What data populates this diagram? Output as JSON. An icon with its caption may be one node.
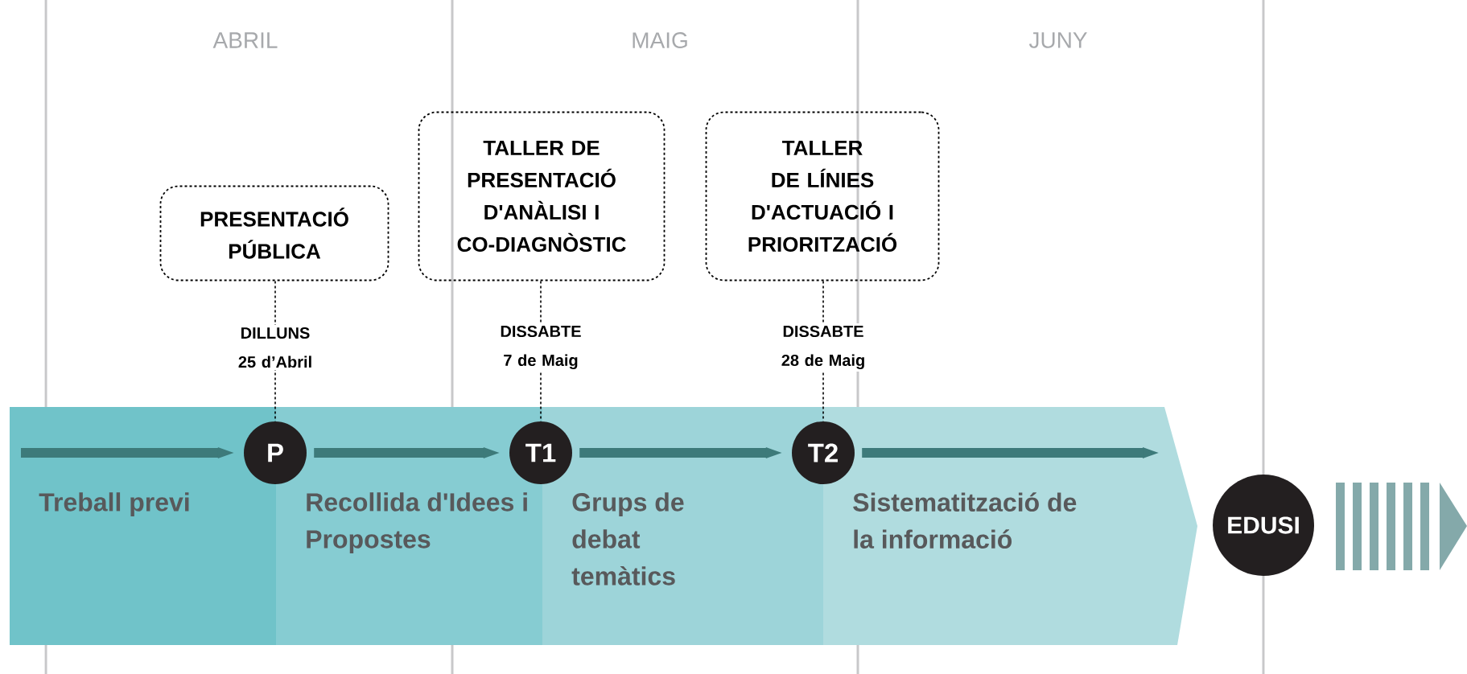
{
  "diagram": {
    "nodes": [
      {
        "text": [
          "PRESENTACIÓ PÚBLICA"
        ]
      },
      {
        "text": [
          "TALLER DE PRESENTACIÓ D'ANÀLISI I CO-DIAGNÒSTIC"
        ]
      },
      {
        "text": [
          "TALLER DE LÍNIES D'ACTUACIÓ I PRIORITZACIÓ"
        ]
      },
      {
        "text": [
          "P"
        ],
        "beside": [
          "DILLUNS 25 d’Abril"
        ]
      },
      {
        "text": [
          "T1"
        ],
        "beside": [
          "DISSABTE 7 de Maig"
        ]
      },
      {
        "text": [
          "T2"
        ],
        "beside": [
          "DISSABTE 28 de Maig"
        ]
      },
      {
        "text": [
          "Treball previ"
        ]
      },
      {
        "text": [
          "Recollida d'Idees i Propostes"
        ]
      },
      {
        "text": [
          "Grups de debat temàtics"
        ]
      },
      {
        "text": [
          "Sistematització de la informació"
        ]
      },
      {
        "text": [
          "EDUSI"
        ]
      }
    ],
    "edges": [
      {
        "from": null,
        "to": 3,
        "arrow": "to"
      },
      {
        "from": 3,
        "to": 4,
        "arrow": "to"
      },
      {
        "from": 4,
        "to": 5,
        "arrow": "to"
      },
      {
        "from": 5,
        "to": null,
        "arrow": "to"
      },
      {
        "from": 0,
        "to": 3,
        "arrow": "none",
        "style": "dashed",
        "color": "#000000"
      },
      {
        "from": 1,
        "to": 4,
        "arrow": "none",
        "style": "dashed",
        "color": "#000000"
      },
      {
        "from": 2,
        "to": 5,
        "arrow": "none",
        "style": "dashed",
        "color": "#000000"
      }
    ],
    "labels": [
      "ABRIL",
      "MAIG",
      "JUNY"
    ]
  }
}
